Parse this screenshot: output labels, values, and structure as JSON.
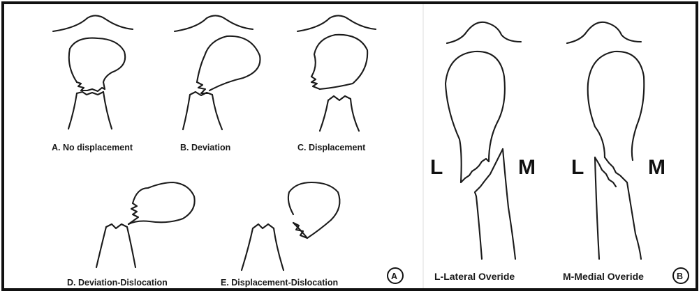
{
  "panel_a": {
    "captions": {
      "a": "A. No displacement",
      "b": "B. Deviation",
      "c": "C. Displacement",
      "d": "D. Deviation-Dislocation",
      "e": "E. Displacement-Dislocation"
    },
    "panel_label": "A"
  },
  "panel_b": {
    "side_left": "L",
    "side_right": "M",
    "captions": {
      "lateral": "L-Lateral Overide",
      "medial": "M-Medial Overide"
    },
    "panel_label": "B"
  }
}
